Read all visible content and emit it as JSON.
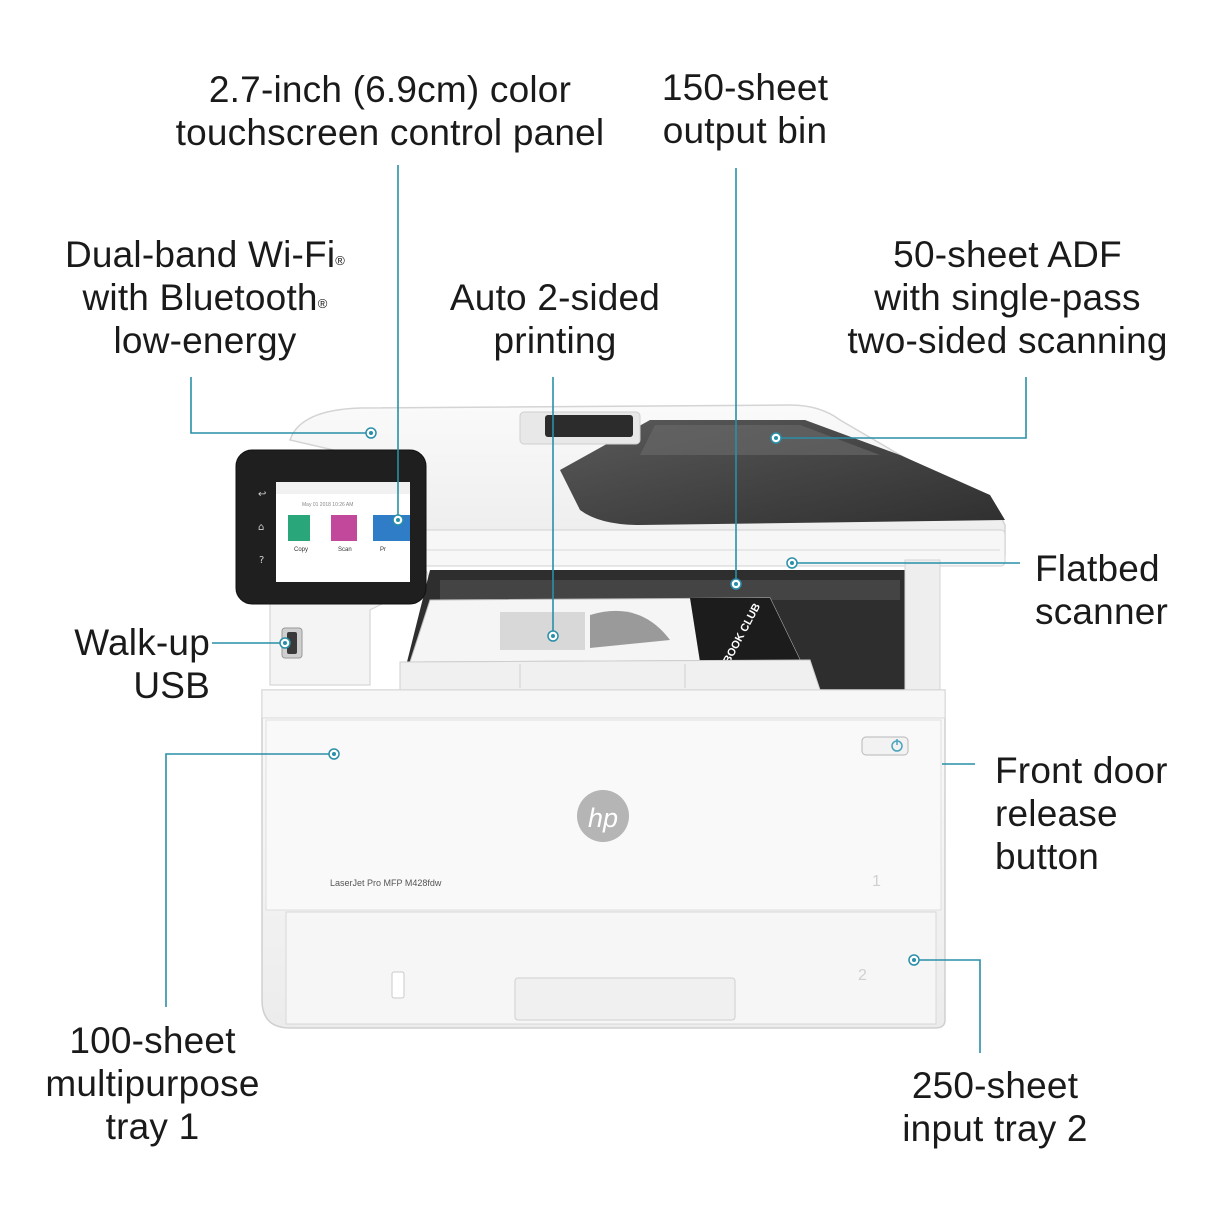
{
  "callouts": {
    "touchscreen": [
      "2.7-inch (6.9cm) color",
      "touchscreen control panel"
    ],
    "output_bin": [
      "150-sheet",
      "output bin"
    ],
    "wifi": {
      "line1": "Dual-band Wi-Fi",
      "line1_mark": "®",
      "line2": "with Bluetooth",
      "line2_mark": "®",
      "line3": "low-energy"
    },
    "duplex": [
      "Auto 2-sided",
      "printing"
    ],
    "adf": [
      "50-sheet ADF",
      "with single-pass",
      "two-sided scanning"
    ],
    "flatbed": [
      "Flatbed",
      "scanner"
    ],
    "usb": [
      "Walk-up",
      "USB"
    ],
    "front_door": [
      "Front door",
      "release",
      "button"
    ],
    "tray1": [
      "100-sheet",
      "multipurpose",
      "tray 1"
    ],
    "tray2": [
      "250-sheet",
      "input tray 2"
    ]
  },
  "screen": {
    "date": "May 01 2018   10:26 AM",
    "apps": [
      "Copy",
      "Scan",
      "Pr"
    ],
    "app_colors": [
      "#2aa77a",
      "#c1489a",
      "#2f7cc7"
    ]
  },
  "printer": {
    "brand": "hp",
    "model": "LaserJet Pro MFP M428fdw",
    "tray1_mark": "1",
    "tray2_mark": "2",
    "paper_text": "BOOK CLUB"
  },
  "colors": {
    "accent": "#2a8fa8",
    "body": "#f3f3f3",
    "dark": "#3a3a3a"
  }
}
